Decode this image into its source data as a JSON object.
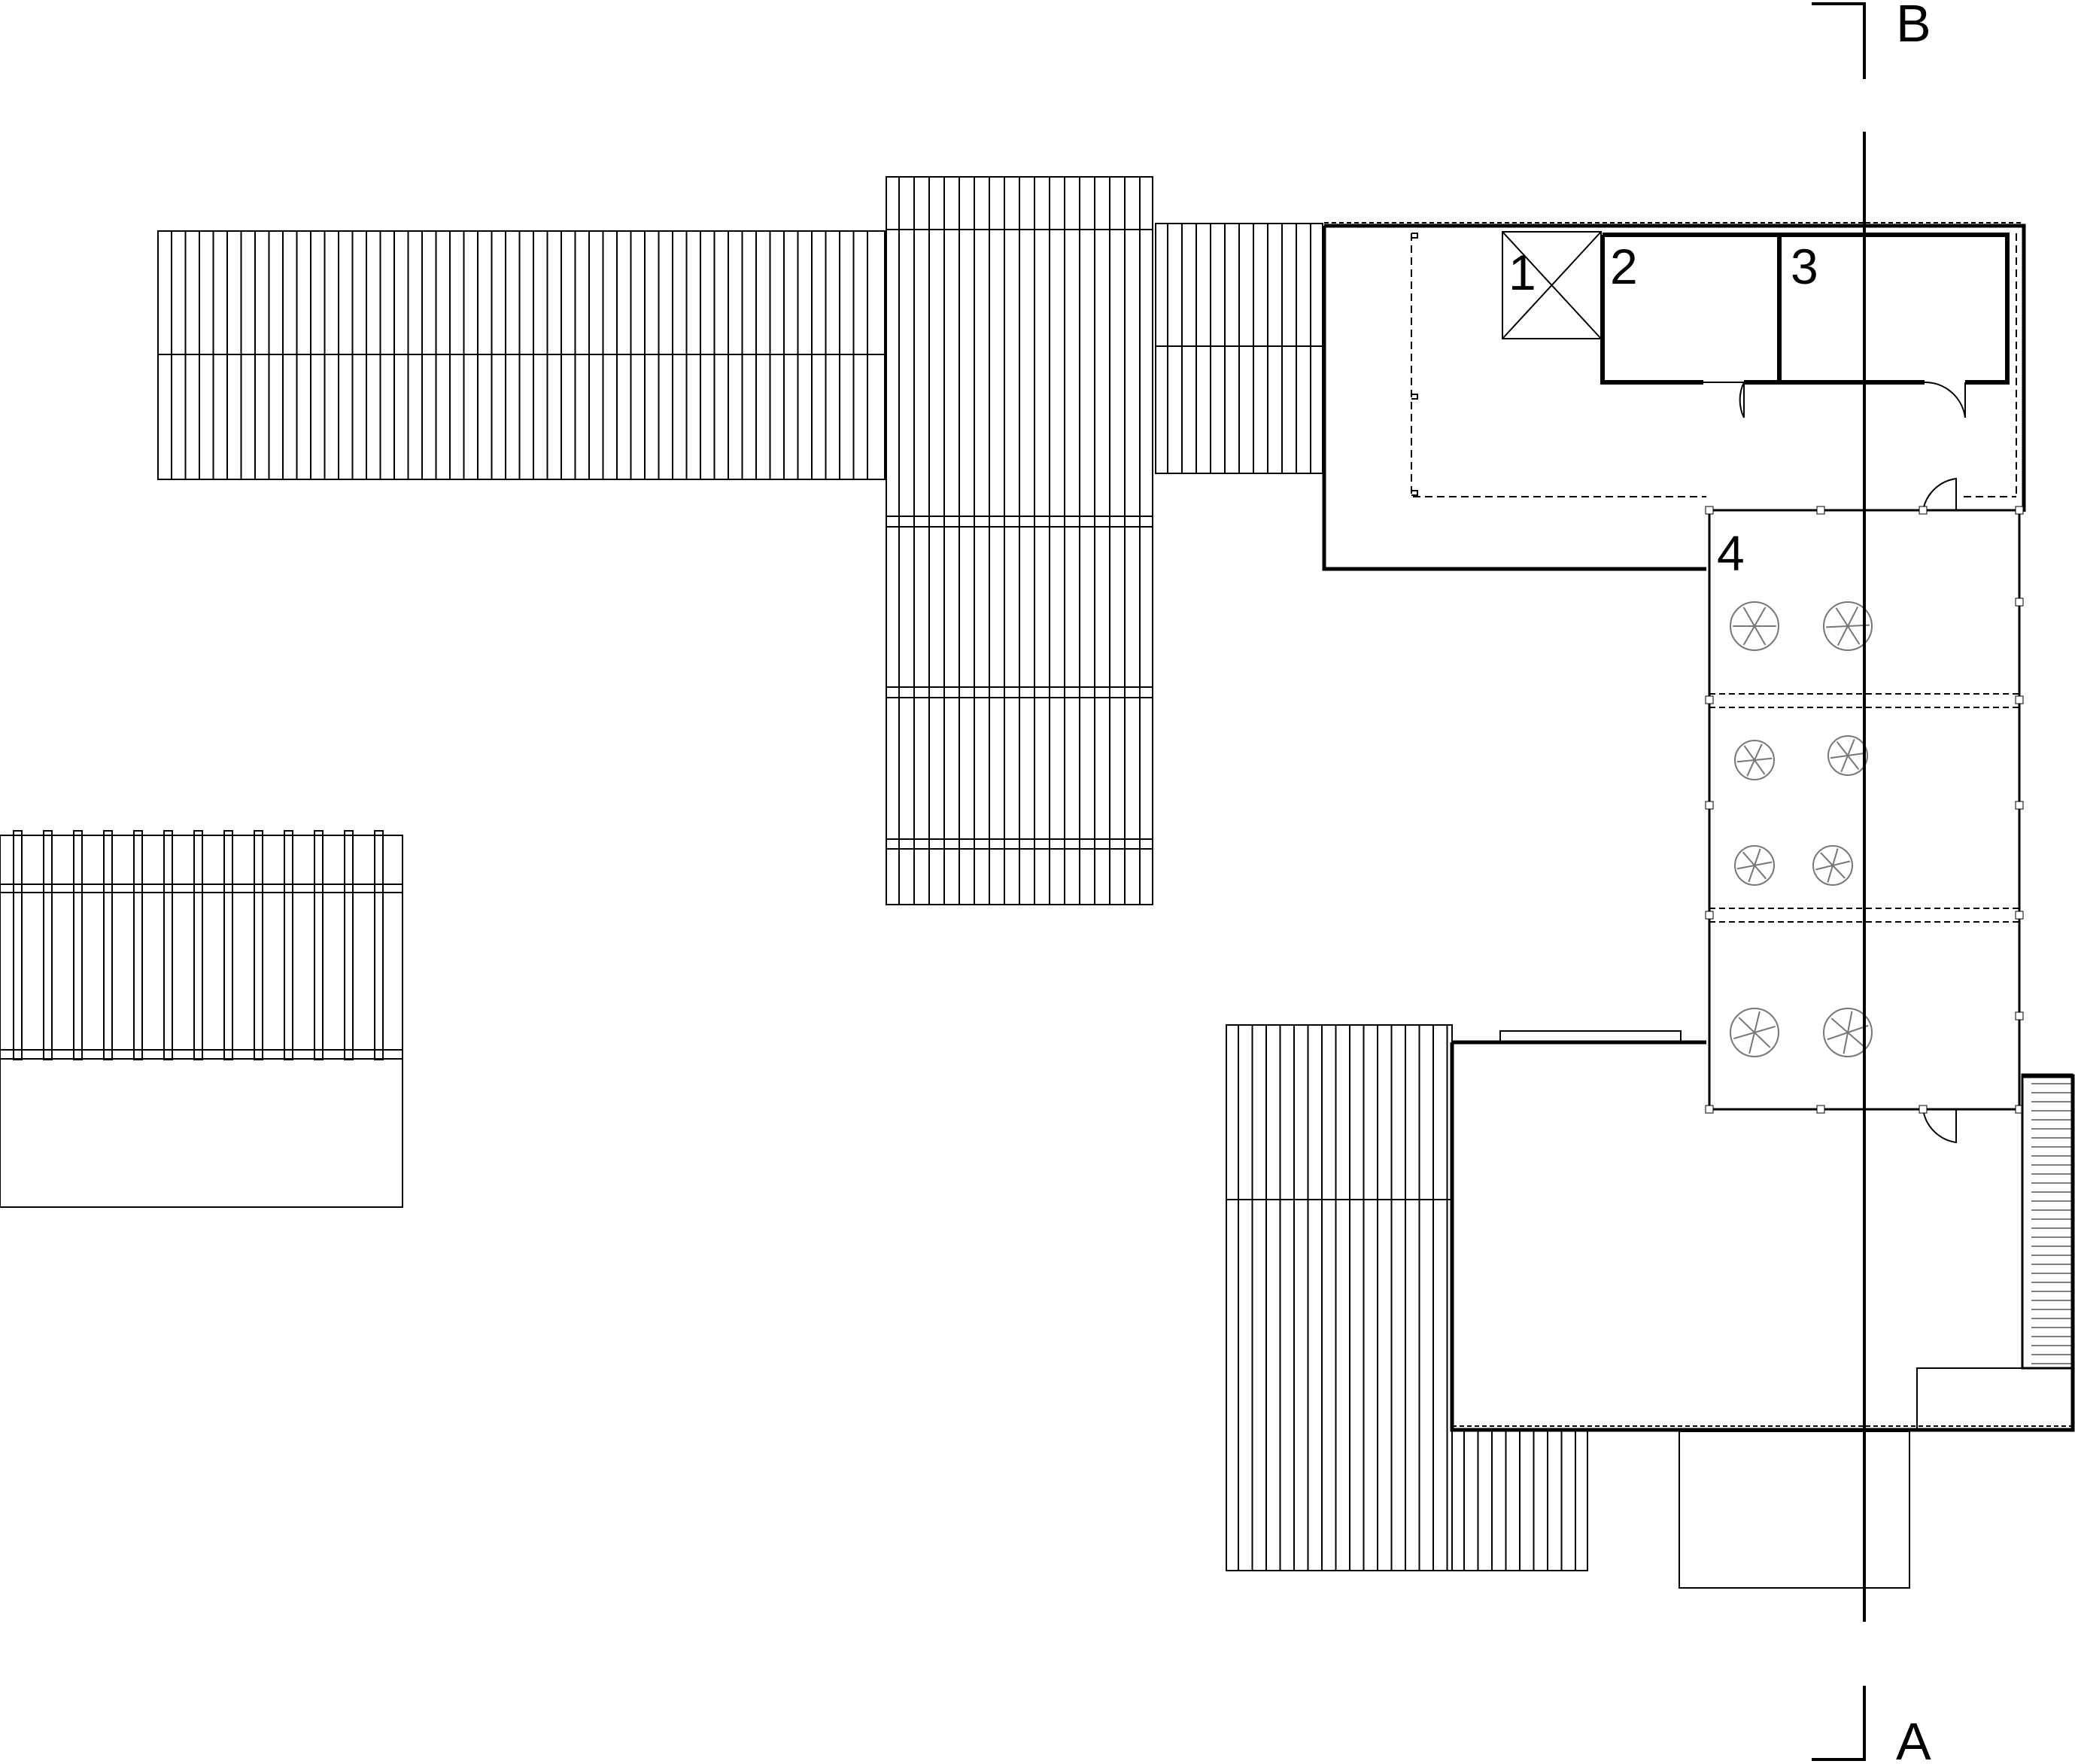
{
  "drawing": {
    "rooms": [
      {
        "number": "1"
      },
      {
        "number": "2"
      },
      {
        "number": "3"
      },
      {
        "number": "4"
      }
    ],
    "section_markers": {
      "top": "B",
      "bottom": "A"
    }
  },
  "colors": {
    "line": "#000000",
    "plant": "#777777",
    "background": "#ffffff"
  }
}
